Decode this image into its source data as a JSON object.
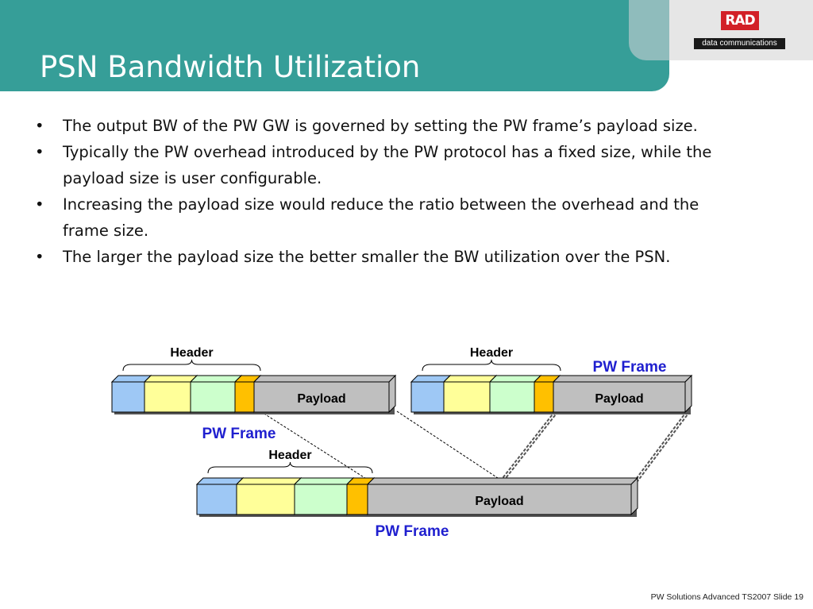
{
  "slide": {
    "title": "PSN Bandwidth Utilization",
    "brand": {
      "logo_text": "RAD",
      "tagline": "data communications"
    },
    "bullets": [
      "The output BW of the PW GW is governed by setting the PW frame’s payload size.",
      "Typically the PW overhead introduced by the PW protocol has a fixed size, while the payload size is user configurable.",
      "Increasing the payload size would reduce the ratio between the overhead and the frame size.",
      "The larger the payload size the better smaller the BW utilization over the PSN."
    ],
    "footer": "PW Solutions Advanced  TS2007 Slide 19"
  },
  "diagram": {
    "frames": [
      {
        "header_label": "Header",
        "payload_label": "Payload",
        "frame_label": "PW Frame"
      },
      {
        "header_label": "Header",
        "payload_label": "Payload",
        "frame_label": "PW Frame"
      },
      {
        "header_label": "Header",
        "payload_label": "Payload",
        "frame_label": "PW Frame"
      }
    ],
    "colors": {
      "seg_blue": "#9ec8f5",
      "seg_yellow": "#ffff99",
      "seg_green": "#ccffcc",
      "seg_orange": "#ffc000",
      "payload": "#bfbfbf",
      "frame_label": "#1f1fcf",
      "header_band": "#369e98"
    }
  }
}
